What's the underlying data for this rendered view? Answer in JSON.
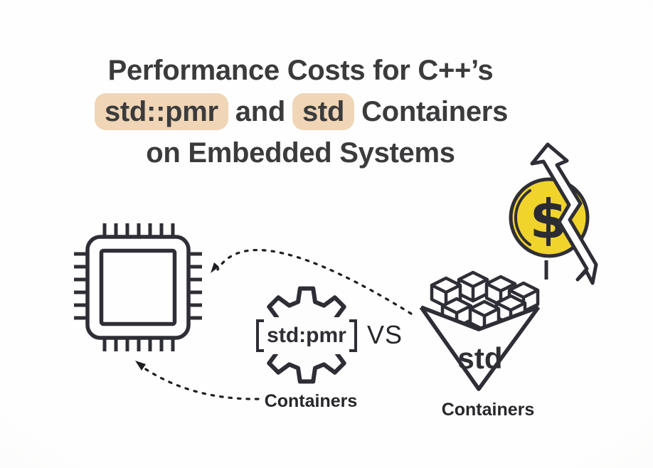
{
  "title": {
    "line1": "Performance Costs for C++’s",
    "line2": {
      "highlight1": "std::pmr",
      "middle": "and",
      "highlight2": "std",
      "end": "Containers"
    },
    "line3": "on Embedded Systems"
  },
  "comparison": {
    "left": {
      "icon": "gear-icon",
      "label": "std:pmr",
      "caption": "Containers"
    },
    "vs": "VS",
    "right": {
      "icon": "blocks-box-icon",
      "label": "std",
      "caption": "Containers"
    }
  },
  "money": {
    "dollar": "$"
  },
  "icons": {
    "chip": "microchip-icon",
    "gear": "gear-icon",
    "box": "blocks-box-icon",
    "coin": "dollar-coin-icon",
    "arrow": "zigzag-growth-arrow-icon",
    "dotted_arrows": "dotted-arrow"
  },
  "colors": {
    "ink": "#2e2e36",
    "title_text": "#3b3b3d",
    "highlight": "#f0d6b6",
    "coin": "#f1d42b",
    "background": "#fdfdfd"
  }
}
